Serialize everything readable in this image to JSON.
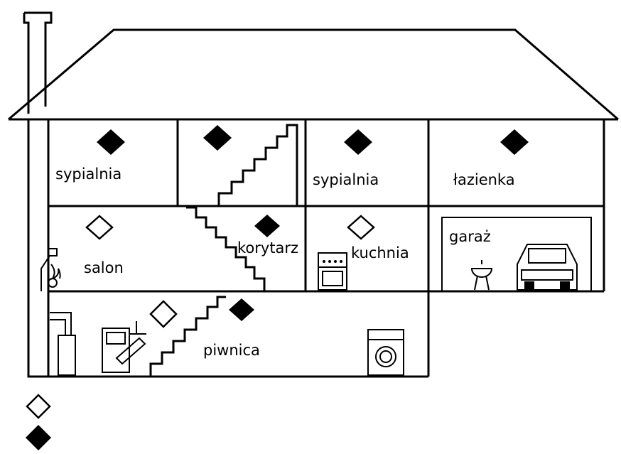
{
  "rooms": {
    "bedroom_left": "sypialnia",
    "bedroom_right": "sypialnia",
    "bathroom": "łazienka",
    "living_room": "salon",
    "hallway": "korytarz",
    "kitchen": "kuchnia",
    "garage": "garaż",
    "basement": "piwnica"
  },
  "legend": {
    "items": [
      {
        "marker": "hollow-diamond"
      },
      {
        "marker": "filled-diamond"
      }
    ]
  },
  "colors": {
    "line": "#000000",
    "background": "#ffffff"
  }
}
